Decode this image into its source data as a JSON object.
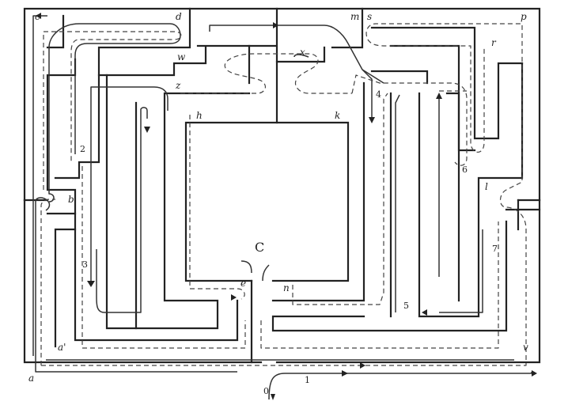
{
  "labels": {
    "c": "c",
    "d": "d",
    "m": "m",
    "s": "s",
    "p": "p",
    "w": "w",
    "x": "x",
    "r": "r",
    "z": "z",
    "h": "h",
    "k": "k",
    "num2": "2",
    "num4": "4",
    "num6": "6",
    "b": "b",
    "l": "l",
    "num3": "3",
    "num7": "7",
    "center": "C",
    "e": "e",
    "n": "n",
    "num5": "5",
    "a_prime": "a'",
    "v": "v",
    "a": "a",
    "num1": "1",
    "num0": "0"
  }
}
